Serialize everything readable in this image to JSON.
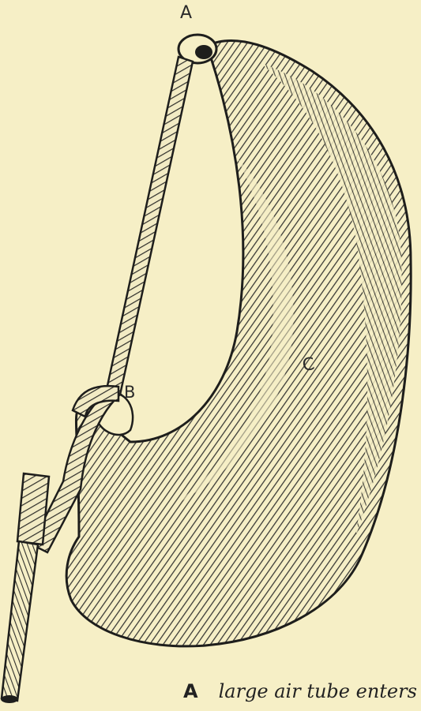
{
  "figure": {
    "labels": {
      "a": "A",
      "b": "B",
      "c": "C"
    },
    "caption": {
      "key": "A",
      "text": "large air tube enters"
    }
  }
}
